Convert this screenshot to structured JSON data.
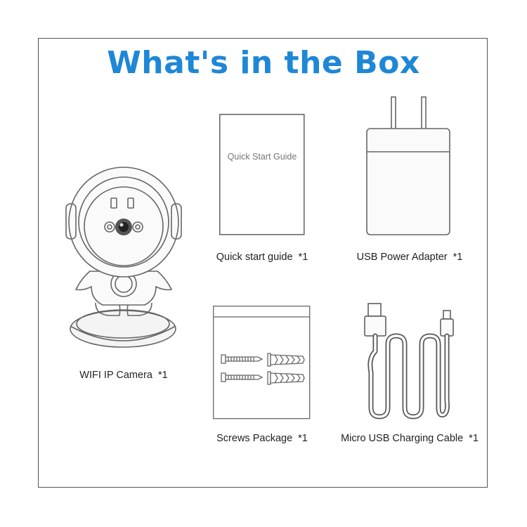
{
  "title": "What's in the Box",
  "accent_color": "#1e87d6",
  "items": [
    {
      "name": "WIFI IP Camera",
      "qty": "*1",
      "icon": "robot-camera-icon"
    },
    {
      "name": "Quick start guide",
      "qty": "*1",
      "icon": "manual-icon",
      "cover_text": "Quick Start Guide"
    },
    {
      "name": "USB Power Adapter",
      "qty": "*1",
      "icon": "power-adapter-icon"
    },
    {
      "name": "Screws Package",
      "qty": "*1",
      "icon": "screws-bag-icon"
    },
    {
      "name": "Micro USB Charging Cable",
      "qty": "*1",
      "icon": "usb-cable-icon"
    }
  ]
}
